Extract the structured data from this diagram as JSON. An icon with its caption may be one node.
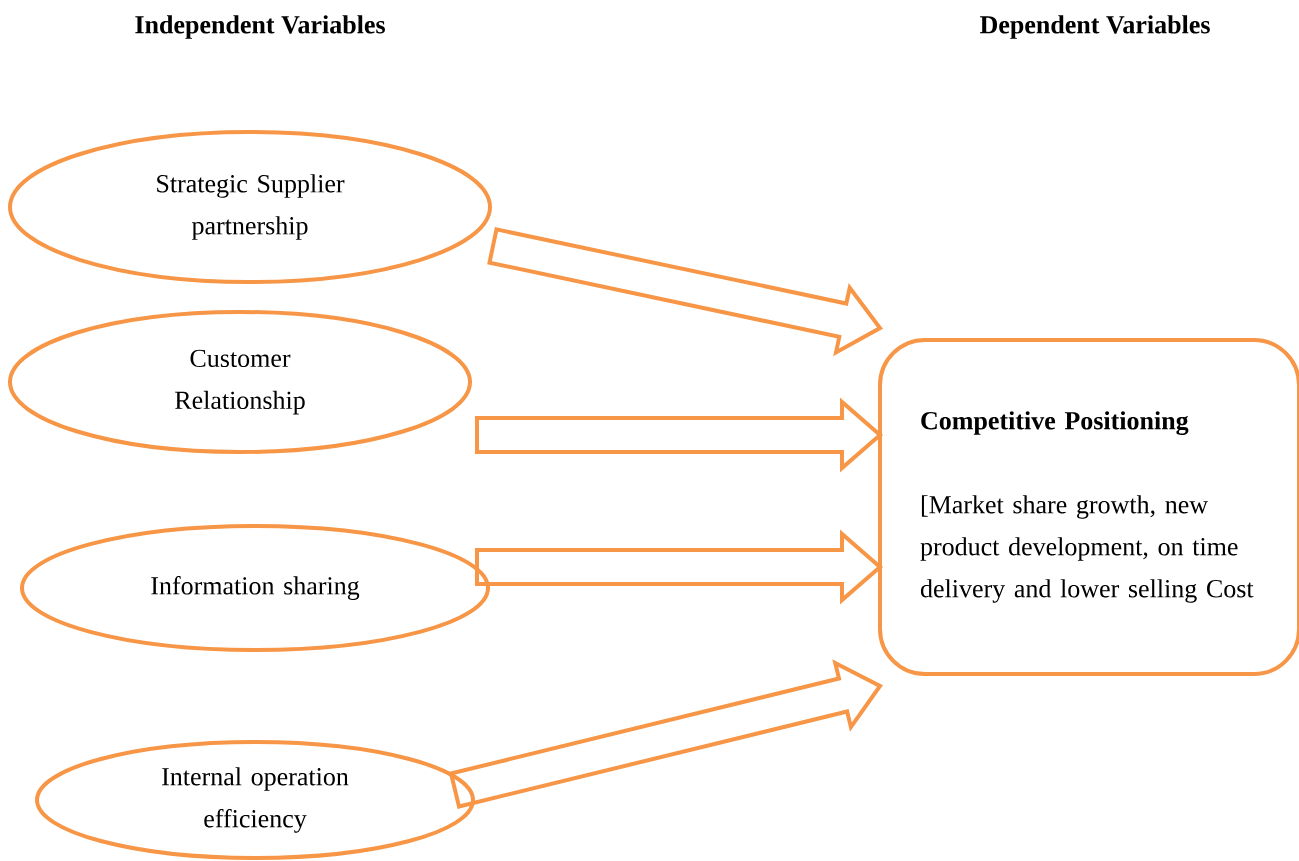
{
  "diagram": {
    "nodes": [
      {
        "text": [
          "Strategic Supplier partnership"
        ]
      },
      {
        "text": [
          "Customer Relationship"
        ]
      },
      {
        "text": [
          "Information sharing"
        ]
      },
      {
        "text": [
          "Internal operation efficiency"
        ]
      },
      {
        "text": [
          "Competitive Positioning",
          "[Market share growth, new product development, on time delivery and lower selling Cost"
        ]
      }
    ],
    "edges": [
      {
        "from": 0,
        "to": 4,
        "arrow": "to"
      },
      {
        "from": 1,
        "to": 4,
        "arrow": "to"
      },
      {
        "from": 2,
        "to": 4,
        "arrow": "to"
      },
      {
        "from": 3,
        "to": 4,
        "arrow": "to"
      }
    ],
    "labels": [
      "Independent Variables",
      "Dependent Variables"
    ]
  }
}
